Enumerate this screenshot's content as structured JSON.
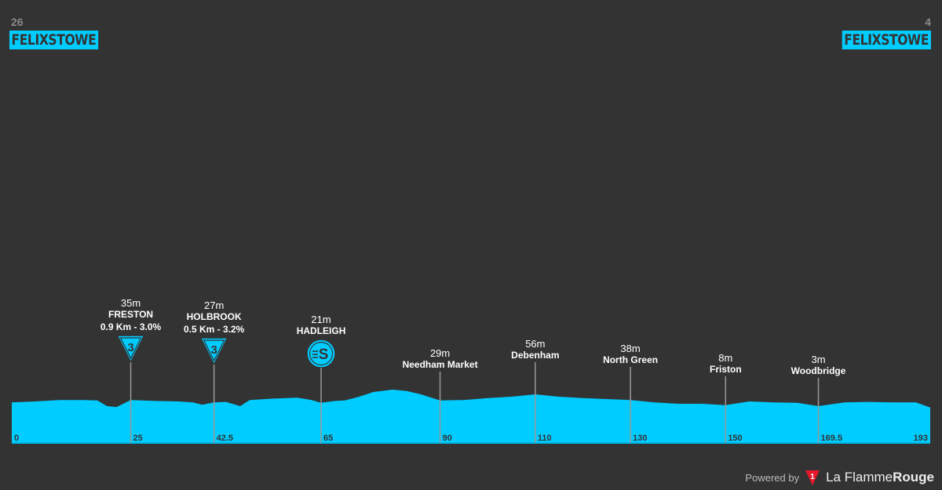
{
  "start": {
    "number": "26",
    "city": "FELIXSTOWE"
  },
  "finish": {
    "number": "4",
    "city": "FELIXSTOWE"
  },
  "colors": {
    "background": "#333333",
    "profile": "#00ccff",
    "line": "#999999",
    "label": "#ffffff"
  },
  "chart_data": {
    "type": "area",
    "xlim": [
      0,
      193
    ],
    "x_ticks": [
      "0",
      "25",
      "42.5",
      "65",
      "90",
      "110",
      "130",
      "150",
      "169.5",
      "193"
    ],
    "x_tick_values": [
      0,
      25,
      42.5,
      65,
      90,
      110,
      130,
      150,
      169.5,
      193
    ],
    "profile": {
      "km": [
        0,
        5,
        10,
        15,
        18,
        20,
        22,
        25,
        30,
        35,
        38,
        40,
        42.5,
        45,
        48,
        50,
        55,
        60,
        63,
        65,
        68,
        70,
        73,
        76,
        80,
        83,
        86,
        90,
        95,
        100,
        105,
        110,
        115,
        120,
        125,
        130,
        135,
        140,
        145,
        150,
        155,
        160,
        165,
        169.5,
        175,
        180,
        185,
        190,
        193
      ],
      "elevation_m": [
        28,
        30,
        33,
        33,
        32,
        20,
        18,
        33,
        31,
        30,
        28,
        23,
        28,
        29,
        20,
        33,
        36,
        38,
        33,
        27,
        31,
        32,
        40,
        50,
        55,
        52,
        45,
        32,
        33,
        37,
        40,
        45,
        40,
        37,
        35,
        33,
        28,
        25,
        25,
        22,
        30,
        28,
        27,
        20,
        28,
        29,
        28,
        28,
        17
      ]
    },
    "points": [
      {
        "km": 25,
        "altitude": "35m",
        "name": "FRESTON",
        "detail": "0.9 Km - 3.0%",
        "icon": "kom-category-3-icon",
        "icon_text": "3"
      },
      {
        "km": 42.5,
        "altitude": "27m",
        "name": "HOLBROOK",
        "detail": "0.5 Km - 3.2%",
        "icon": "kom-category-3-icon",
        "icon_text": "3"
      },
      {
        "km": 65,
        "altitude": "21m",
        "name": "HADLEIGH",
        "detail": "",
        "icon": "sprint-icon",
        "icon_text": "S"
      },
      {
        "km": 90,
        "altitude": "29m",
        "name": "Needham Market",
        "detail": "",
        "icon": ""
      },
      {
        "km": 110,
        "altitude": "56m",
        "name": "Debenham",
        "detail": "",
        "icon": ""
      },
      {
        "km": 130,
        "altitude": "38m",
        "name": "North Green",
        "detail": "",
        "icon": ""
      },
      {
        "km": 150,
        "altitude": "8m",
        "name": "Friston",
        "detail": "",
        "icon": ""
      },
      {
        "km": 169.5,
        "altitude": "3m",
        "name": "Woodbridge",
        "detail": "",
        "icon": ""
      }
    ]
  },
  "footer": {
    "powered_by": "Powered by",
    "brand_light": "La Flamme",
    "brand_bold": "Rouge",
    "logo_text": "1"
  }
}
